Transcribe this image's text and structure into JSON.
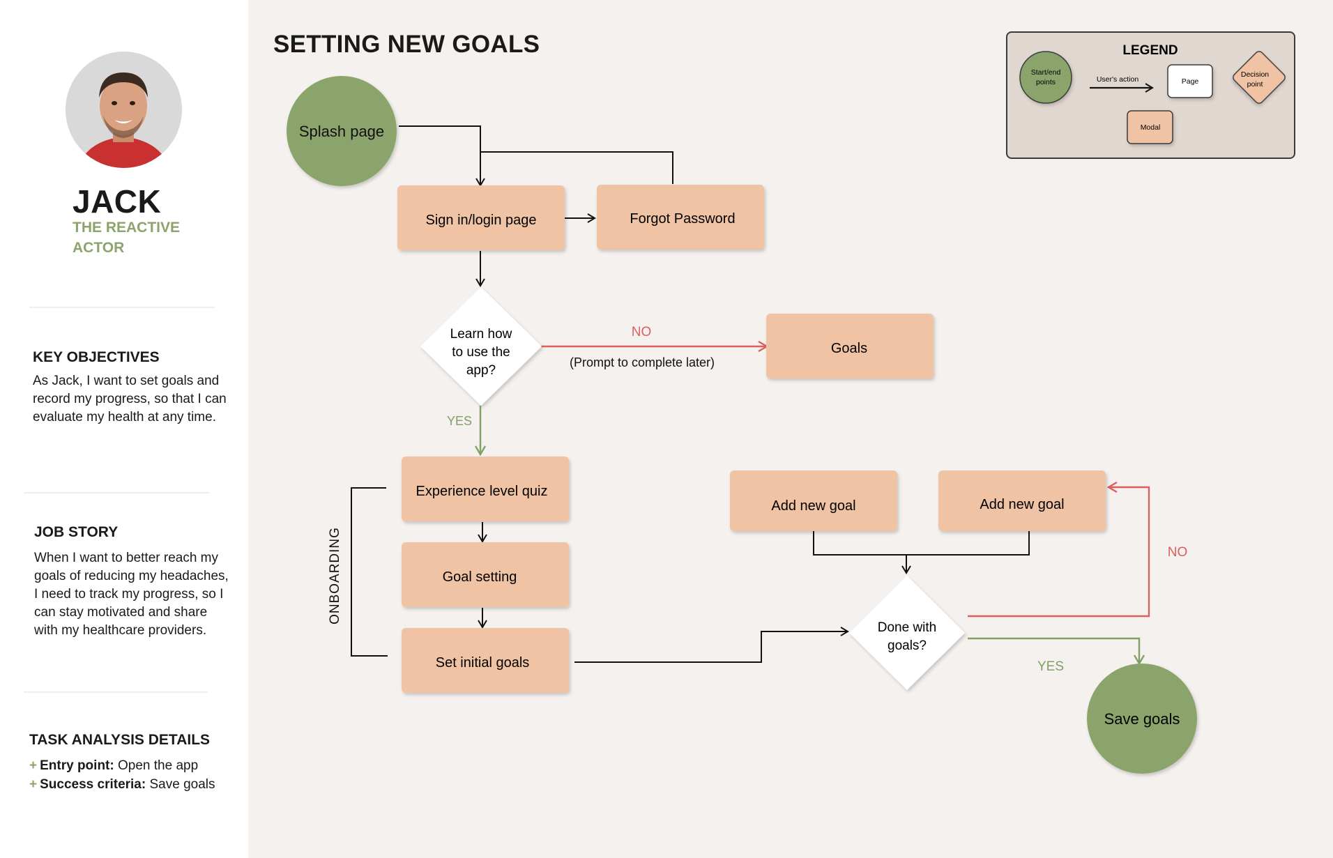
{
  "persona": {
    "name": "JACK",
    "role": "THE REACTIVE ACTOR"
  },
  "key_objectives": {
    "title": "KEY OBJECTIVES",
    "text": "As Jack, I want to set goals and record my progress, so that I can evaluate my health at any time."
  },
  "job_story": {
    "title": "JOB STORY",
    "text": "When I want to better reach my goals of reducing my headaches, I need to track my progress, so I can stay motivated and share with my healthcare providers."
  },
  "task_analysis": {
    "title": "TASK ANALYSIS DETAILS",
    "items": [
      {
        "label": "Entry point:",
        "value": "Open the app"
      },
      {
        "label": "Success criteria:",
        "value": "Save goals"
      }
    ]
  },
  "diagram": {
    "title": "SETTING NEW GOALS",
    "nodes": {
      "splash": "Splash page",
      "signin": "Sign in/login page",
      "forgot": "Forgot Password",
      "learn_l1": "Learn how",
      "learn_l2": "to use the",
      "learn_l3": "app?",
      "goals": "Goals",
      "quiz": "Experience level quiz",
      "goal_setting": "Goal setting",
      "initial": "Set initial goals",
      "add1": "Add new goal",
      "add2": "Add new goal",
      "done_l1": "Done with",
      "done_l2": "goals?",
      "save": "Save goals"
    },
    "edge_labels": {
      "no1": "NO",
      "prompt": "(Prompt to complete later)",
      "yes1": "YES",
      "no2": "NO",
      "yes2": "YES",
      "onboarding": "ONBOARDING"
    }
  },
  "legend": {
    "title": "LEGEND",
    "start_l1": "Start/end",
    "start_l2": "points",
    "action": "User's action",
    "page": "Page",
    "decision_l1": "Decision",
    "decision_l2": "point",
    "modal": "Modal"
  },
  "colors": {
    "green": "#8ba46c",
    "peach": "#f0c3a5",
    "red": "#d9605e",
    "yes_green": "#80a064"
  }
}
